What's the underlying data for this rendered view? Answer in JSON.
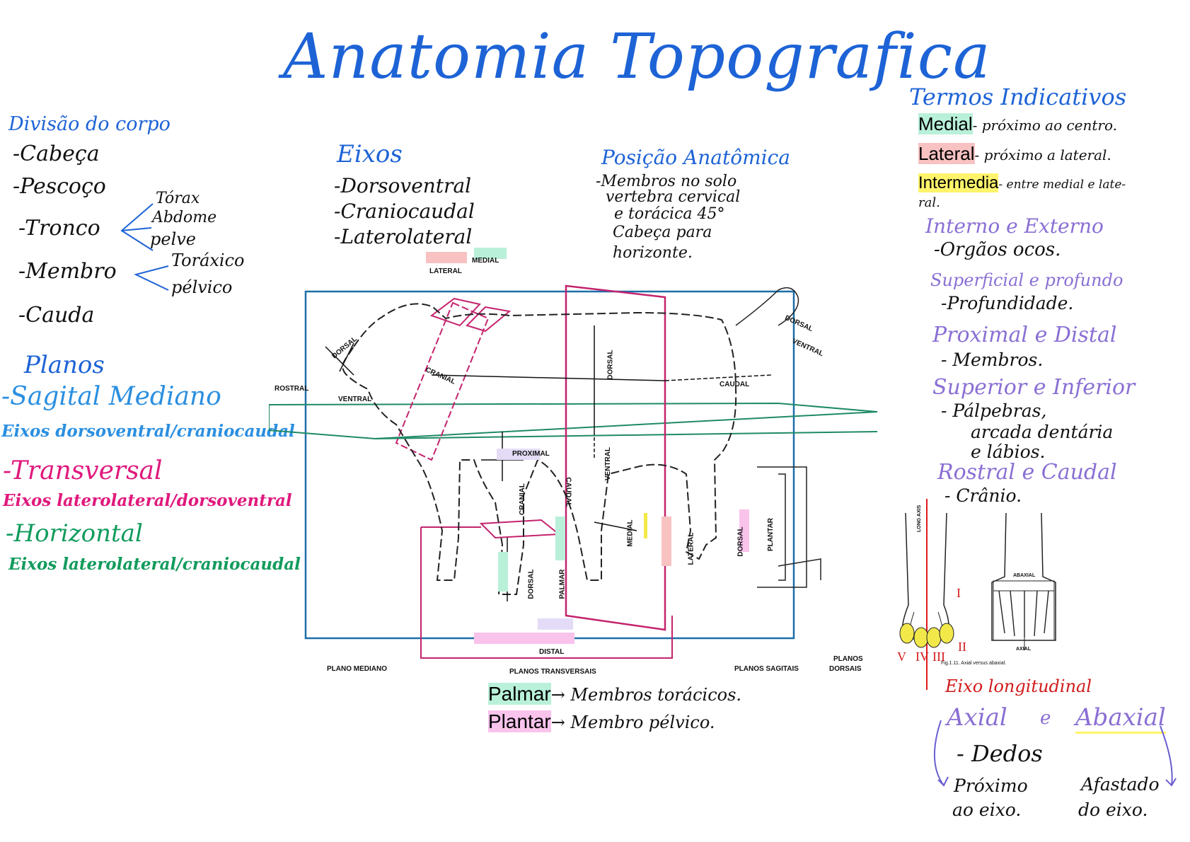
{
  "title": "Anatomia Topografica",
  "divisao": {
    "heading": "Divisão do corpo",
    "items": [
      "-Cabeça",
      "-Pescoço",
      "-Tronco",
      "-Membro",
      "-Cauda"
    ],
    "tronco_parts": [
      "Tórax",
      "Abdome",
      "pelve"
    ],
    "membro_parts": [
      "Toráxico",
      "pélvico"
    ]
  },
  "planos": {
    "heading": "Planos",
    "sagital": "-Sagital Mediano",
    "sagital_eixos": "Eixos dorsoventral/craniocaudal",
    "transversal": "-Transversal",
    "transversal_eixos": "Eixos laterolateral/dorsoventral",
    "horizontal": "-Horizontal",
    "horizontal_eixos": "Eixos laterolateral/craniocaudal"
  },
  "eixos": {
    "heading": "Eixos",
    "items": [
      "-Dorsoventral",
      "-Craniocaudal",
      "-Laterolateral"
    ]
  },
  "posicao": {
    "heading": "Posição Anatômica",
    "lines": [
      "-Membros no solo",
      "vertebra cervical",
      "e torácica 45°",
      "Cabeça para",
      "horizonte."
    ]
  },
  "termos": {
    "heading": "Termos Indicativos",
    "medial_term": "Medial",
    "medial_desc": "- próximo ao centro.",
    "lateral_term": "Lateral",
    "lateral_desc": "- próximo a lateral.",
    "intermedia_term": "Intermedia",
    "intermedia_desc": "- entre medial e late-",
    "intermedia_desc2": "ral.",
    "interno": "Interno e Externo",
    "interno_desc": "-Orgãos ocos.",
    "superficial": "Superficial e profundo",
    "superficial_desc": "-Profundidade.",
    "proximal": "Proximal e Distal",
    "proximal_desc": "- Membros.",
    "superior": "Superior e Inferior",
    "superior_desc": [
      "- Pálpebras,",
      "arcada dentária",
      "e lábios."
    ],
    "rostral": "Rostral e Caudal",
    "rostral_desc": "- Crânio."
  },
  "eixo_longitudinal": "Eixo longitudinal",
  "axial": {
    "axial": "Axial",
    "e": "e",
    "abaxial": "Abaxial",
    "dedos": "- Dedos",
    "proximo": [
      "Próximo",
      "ao eixo."
    ],
    "afastado": [
      "Afastado",
      "do eixo."
    ]
  },
  "hoof": {
    "long_axis": "LONG AXIS",
    "abaxial_lbl": "ABAXIAL",
    "axial_lbl": "AXIAL",
    "caption": "Fig.1.11.  Axial versus abaxial.",
    "numerals": [
      "I",
      "II",
      "III",
      "IV",
      "V"
    ]
  },
  "palmar": {
    "palmar_term": "Palmar",
    "palmar_desc": "→ Membros torácicos.",
    "plantar_term": "Plantar",
    "plantar_desc": "→ Membro pélvico."
  },
  "diagram_labels": {
    "medial": "MEDIAL",
    "lateral": "LATERAL",
    "dorsal": "DORSAL",
    "ventral": "VENTRAL",
    "rostral": "ROSTRAL",
    "cranial": "CRANIAL",
    "caudal": "CAUDAL",
    "proximal": "PROXIMAL",
    "distal": "DISTAL",
    "palmar": "PALMAR",
    "plantar": "PLANTAR",
    "plano_mediano": "PLANO MEDIANO",
    "planos_transversais": "PLANOS TRANSVERSAIS",
    "planos_sagitais": "PLANOS SAGITAIS",
    "planos_dorsais": [
      "PLANOS",
      "DORSAIS"
    ]
  },
  "colors": {
    "title": "#1d63d6",
    "plane_blue": "#1b6ea8",
    "plane_magenta": "#c4236e",
    "plane_green": "#1e8a66",
    "highlight_green": "#b9f0d9",
    "highlight_red": "#f8c2c2",
    "highlight_yellow": "#fff46b",
    "highlight_pink": "#f9c3ec"
  }
}
